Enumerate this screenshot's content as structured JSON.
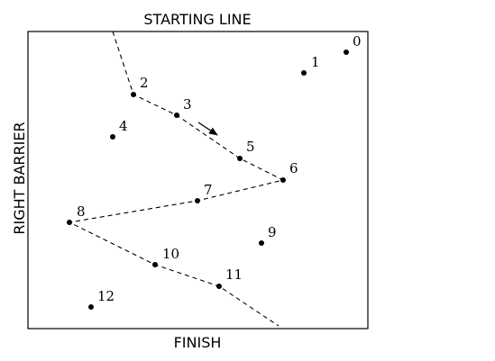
{
  "labels": {
    "top": "STARTING LINE",
    "bottom": "FINISH",
    "left": "RIGHT BARRIER"
  },
  "points": [
    {
      "id": "p0",
      "label": "0"
    },
    {
      "id": "p1",
      "label": "1"
    },
    {
      "id": "p2",
      "label": "2"
    },
    {
      "id": "p3",
      "label": "3"
    },
    {
      "id": "p4",
      "label": "4"
    },
    {
      "id": "p5",
      "label": "5"
    },
    {
      "id": "p6",
      "label": "6"
    },
    {
      "id": "p7",
      "label": "7"
    },
    {
      "id": "p8",
      "label": "8"
    },
    {
      "id": "p9",
      "label": "9"
    },
    {
      "id": "p10",
      "label": "10"
    },
    {
      "id": "p11",
      "label": "11"
    },
    {
      "id": "p12",
      "label": "12"
    }
  ]
}
